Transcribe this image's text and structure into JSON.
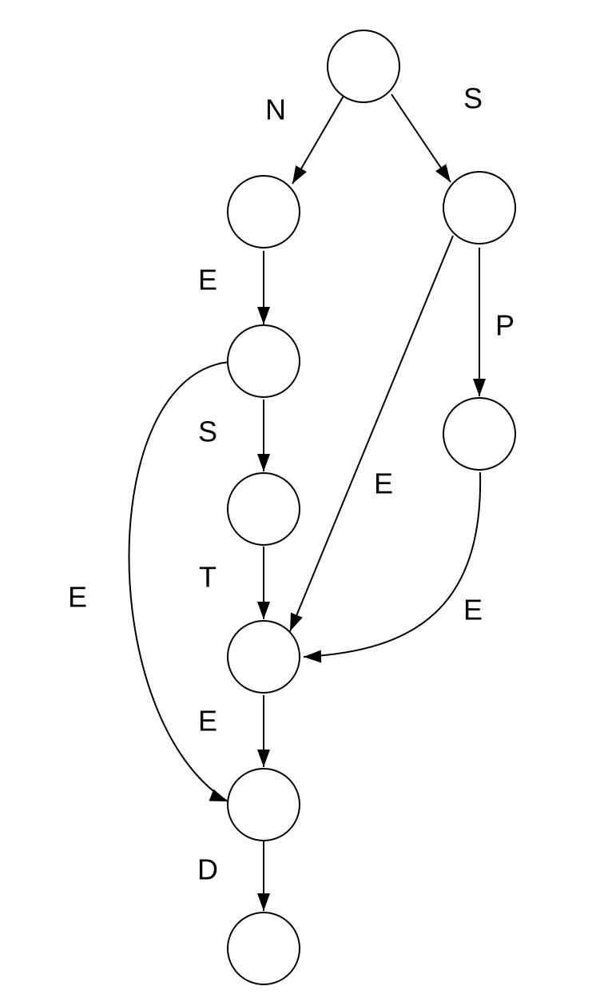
{
  "colors": {
    "stroke": "#000000",
    "background": "#ffffff"
  },
  "nodes": [
    {
      "id": "root"
    },
    {
      "id": "n"
    },
    {
      "id": "s"
    },
    {
      "id": "ne"
    },
    {
      "id": "sp"
    },
    {
      "id": "nes"
    },
    {
      "id": "nest"
    },
    {
      "id": "ested"
    },
    {
      "id": "end"
    }
  ],
  "edges": [
    {
      "from": "root",
      "to": "n",
      "label": "N"
    },
    {
      "from": "root",
      "to": "s",
      "label": "S"
    },
    {
      "from": "n",
      "to": "ne",
      "label": "E"
    },
    {
      "from": "s",
      "to": "sp",
      "label": "P"
    },
    {
      "from": "ne",
      "to": "nes",
      "label": "S"
    },
    {
      "from": "s",
      "to": "nest",
      "label": "E"
    },
    {
      "from": "nes",
      "to": "nest",
      "label": "T"
    },
    {
      "from": "ne",
      "to": "ested",
      "label": "E"
    },
    {
      "from": "sp",
      "to": "nest",
      "label": "E"
    },
    {
      "from": "nest",
      "to": "ested",
      "label": "E"
    },
    {
      "from": "ested",
      "to": "end",
      "label": "D"
    }
  ]
}
